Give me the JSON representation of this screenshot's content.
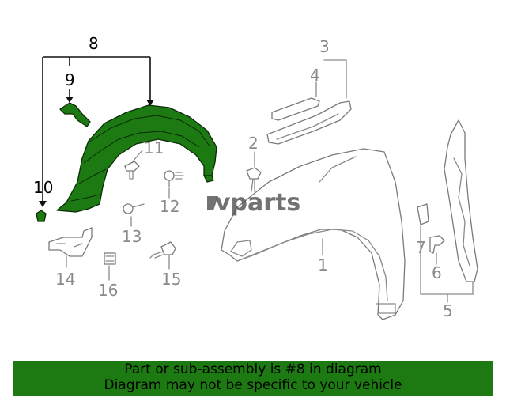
{
  "callouts": {
    "c1": "1",
    "c2": "2",
    "c3": "3",
    "c4": "4",
    "c5": "5",
    "c6": "6",
    "c7": "7",
    "c8": "8",
    "c9": "9",
    "c10": "10",
    "c11": "11",
    "c12": "12",
    "c13": "13",
    "c14": "14",
    "c15": "15",
    "c16": "16"
  },
  "watermark": "vparts",
  "banner": {
    "line1": "Part or sub-assembly is #8 in diagram",
    "line2": "Diagram may not be specific to your vehicle"
  },
  "colors": {
    "highlight": "#1d7a12",
    "banner_bg": "#1d7a12",
    "line_gray": "#8a8a8a"
  }
}
